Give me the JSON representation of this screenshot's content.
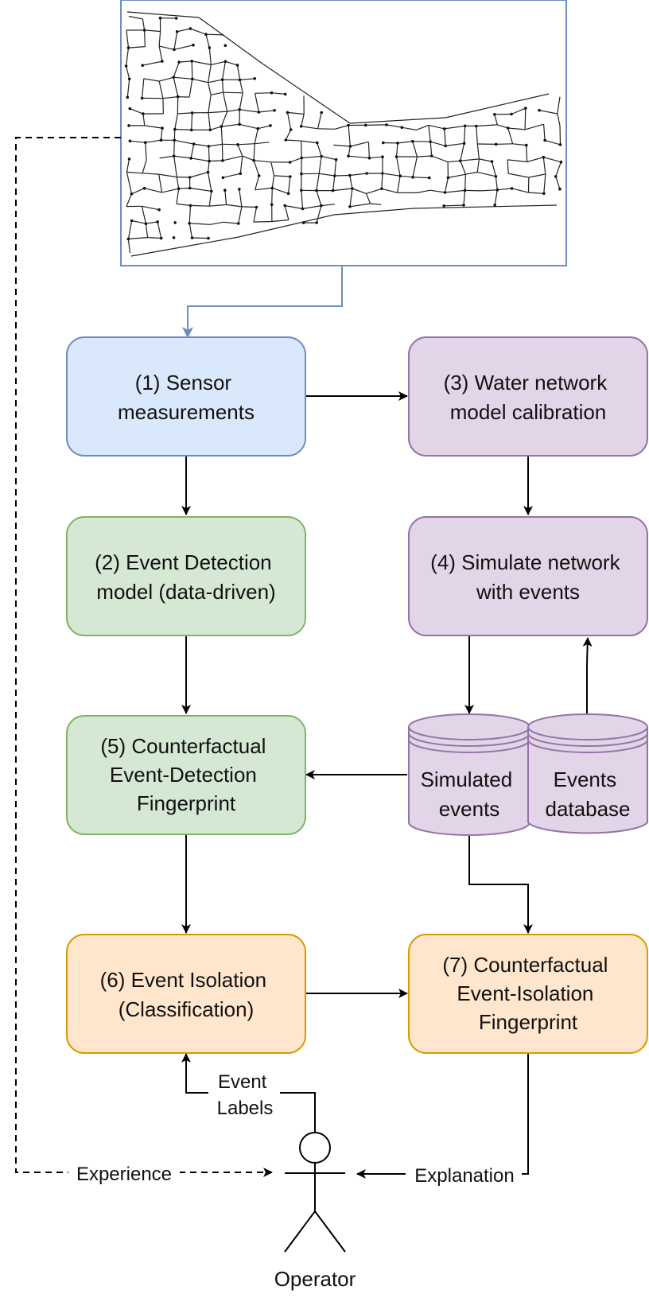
{
  "boxes": {
    "sensor": {
      "lines": [
        "(1) Sensor",
        "measurements"
      ]
    },
    "detection": {
      "lines": [
        "(2) Event Detection",
        "model (data-driven)"
      ]
    },
    "calib": {
      "lines": [
        "(3) Water network",
        "model calibration"
      ]
    },
    "simulate": {
      "lines": [
        "(4) Simulate network",
        "with events"
      ]
    },
    "cf_detect": {
      "lines": [
        "(5) Counterfactual",
        "Event-Detection",
        "Fingerprint"
      ]
    },
    "isolation": {
      "lines": [
        "(6) Event Isolation",
        "(Classification)"
      ]
    },
    "cf_isolate": {
      "lines": [
        "(7) Counterfactual",
        "Event-Isolation",
        "Fingerprint"
      ]
    }
  },
  "databases": {
    "simulated": {
      "lines": [
        "Simulated",
        "events"
      ]
    },
    "events_db": {
      "lines": [
        "Events",
        "database"
      ]
    }
  },
  "labels": {
    "event_labels": [
      "Event",
      "Labels"
    ],
    "experience": "Experience",
    "explanation": "Explanation",
    "operator": "Operator"
  },
  "colors": {
    "blue_fill": "#dae8fc",
    "blue_stroke": "#6c8ebf",
    "green_fill": "#d5e8d4",
    "green_stroke": "#82b366",
    "purple_fill": "#e1d5e7",
    "purple_stroke": "#9673a6",
    "orange_fill": "#ffe6cc",
    "orange_stroke": "#d79b00"
  },
  "icons": {
    "network_map": "water-network-map",
    "operator": "stick-figure-icon"
  }
}
